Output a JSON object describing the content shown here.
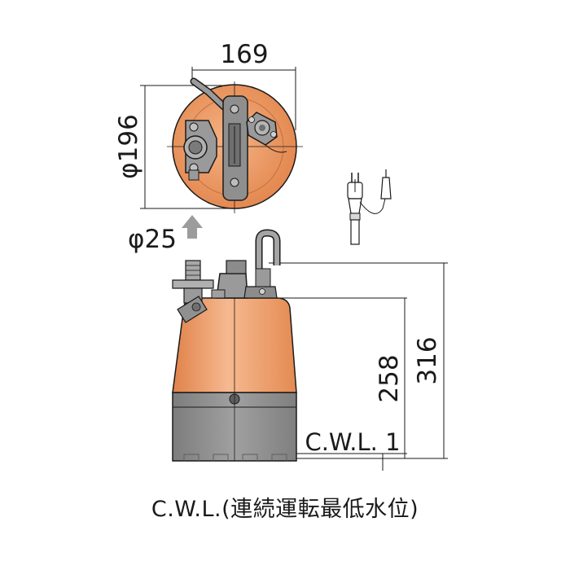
{
  "dimensions": {
    "top_width": "169",
    "top_diameter": "φ196",
    "outlet_diameter": "φ25",
    "height_total": "316",
    "height_body": "258",
    "cwl_label": "C.W.L. 1"
  },
  "caption": "C.W.L.(連続運転最低水位)",
  "colors": {
    "body_orange": "#f0a06c",
    "body_orange_dark": "#e07f45",
    "base_gray": "#8a8a8a",
    "fitting_gray": "#9a9a9a",
    "line": "#1a1a1a",
    "arrow_gray": "#9c9c9c"
  }
}
